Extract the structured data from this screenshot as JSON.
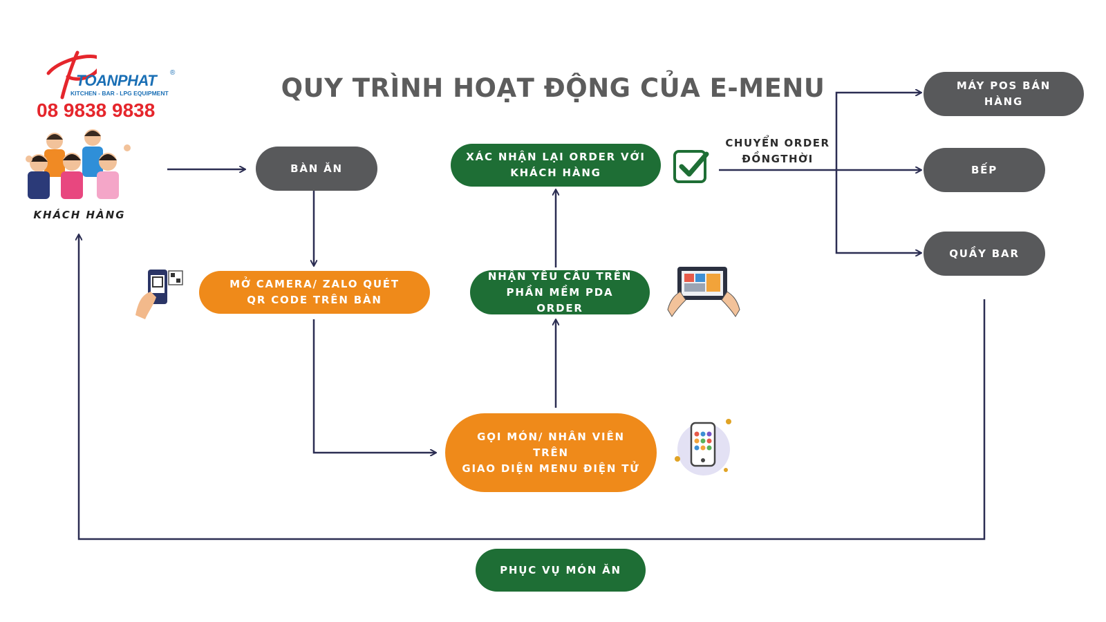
{
  "title": "QUY TRÌNH HOẠT ĐỘNG CỦA E-MENU",
  "logo": {
    "brand": "TOANPHAT",
    "registered": "®",
    "tagline": "KITCHEN - BAR - LPG EQUIPMENT",
    "phone": "08 9838 9838"
  },
  "customer_label": "KHÁCH HÀNG",
  "nodes": {
    "ban_an": "BÀN ĂN",
    "scan_qr": [
      "MỞ CAMERA/ ZALO QUÉT",
      "QR CODE TRÊN BÀN"
    ],
    "order_menu": [
      "GỌI MÓN/ NHÂN VIÊN TRÊN",
      "GIAO DIỆN MENU ĐIỆN TỬ"
    ],
    "receive_pda": [
      "NHẬN YÊU CẦU TRÊN",
      "PHẦN MỀM PDA ORDER"
    ],
    "confirm_order": [
      "XÁC NHẬN LẠI ORDER VỚI",
      "KHÁCH HÀNG"
    ],
    "pos": "MÁY POS BÁN HÀNG",
    "bep": "BẾP",
    "bar": "QUẦY BAR",
    "serve": "PHỤC VỤ MÓN ĂN"
  },
  "transfer_label": [
    "CHUYỂN ORDER",
    "ĐỒNGTHỜI"
  ],
  "colors": {
    "gray": "#58595b",
    "green": "#1e6e35",
    "orange": "#ef8a1a",
    "line": "#2b2d52",
    "brand_red": "#e5262c",
    "brand_blue": "#1a6fb5"
  }
}
